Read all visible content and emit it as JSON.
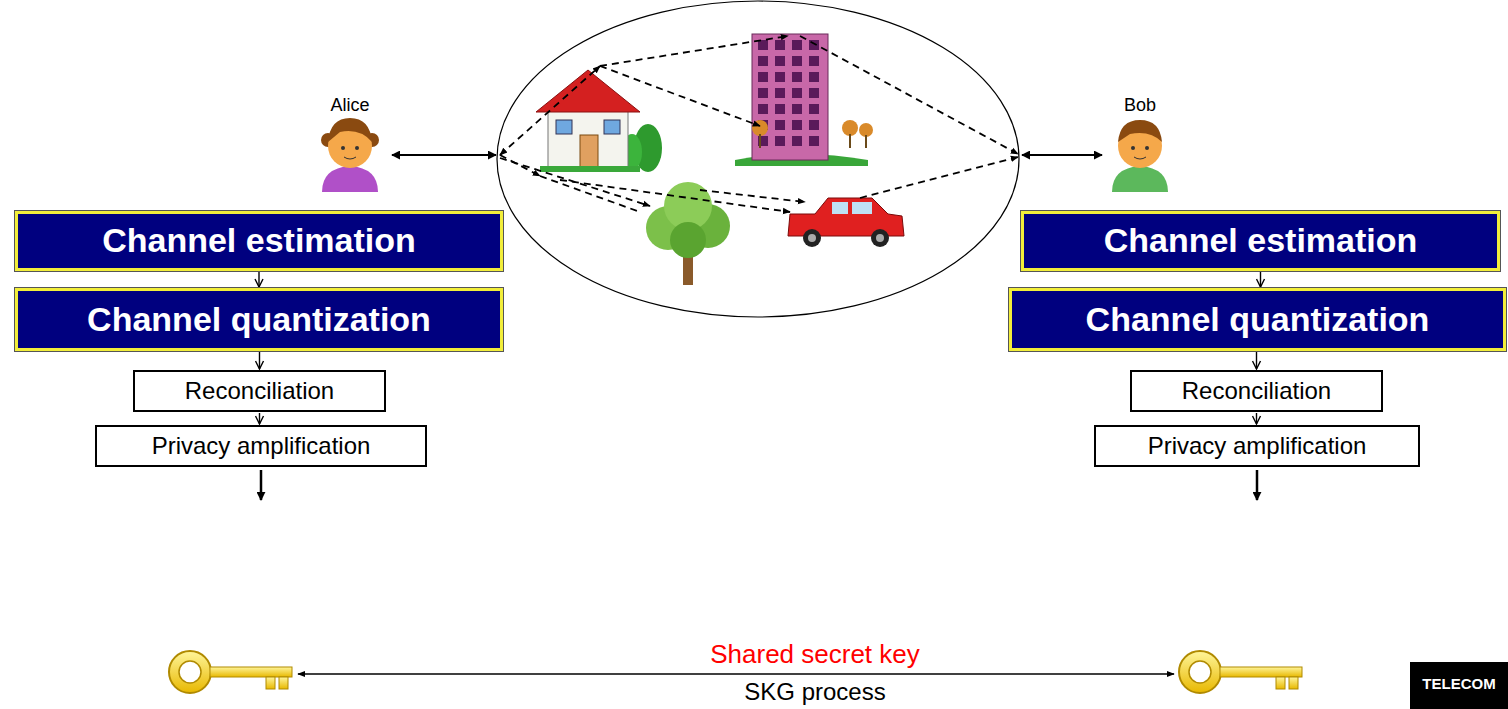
{
  "diagram": {
    "nodes": [
      {
        "text": [
          "Channel estimation"
        ]
      },
      {
        "text": [
          "Channel estimation"
        ]
      },
      {
        "text": [
          "Channel quantization"
        ]
      },
      {
        "text": [
          "Channel quantization"
        ]
      },
      {
        "text": [
          "Reconciliation"
        ]
      },
      {
        "text": [
          "Reconciliation"
        ]
      },
      {
        "text": [
          "Privacy amplification"
        ]
      },
      {
        "text": [
          "Privacy amplification"
        ]
      }
    ],
    "edges": [
      {
        "from": 0,
        "to": 2,
        "arrow": "to"
      },
      {
        "from": 2,
        "to": 4,
        "arrow": "to"
      },
      {
        "from": 4,
        "to": 6,
        "arrow": "to"
      },
      {
        "from": 1,
        "to": 3,
        "arrow": "to"
      },
      {
        "from": 3,
        "to": 5,
        "arrow": "to"
      },
      {
        "from": 5,
        "to": 7,
        "arrow": "to"
      }
    ],
    "labels": [
      "Alice",
      "Bob",
      "Shared secret key",
      "SKG process",
      "TELECOM"
    ]
  }
}
